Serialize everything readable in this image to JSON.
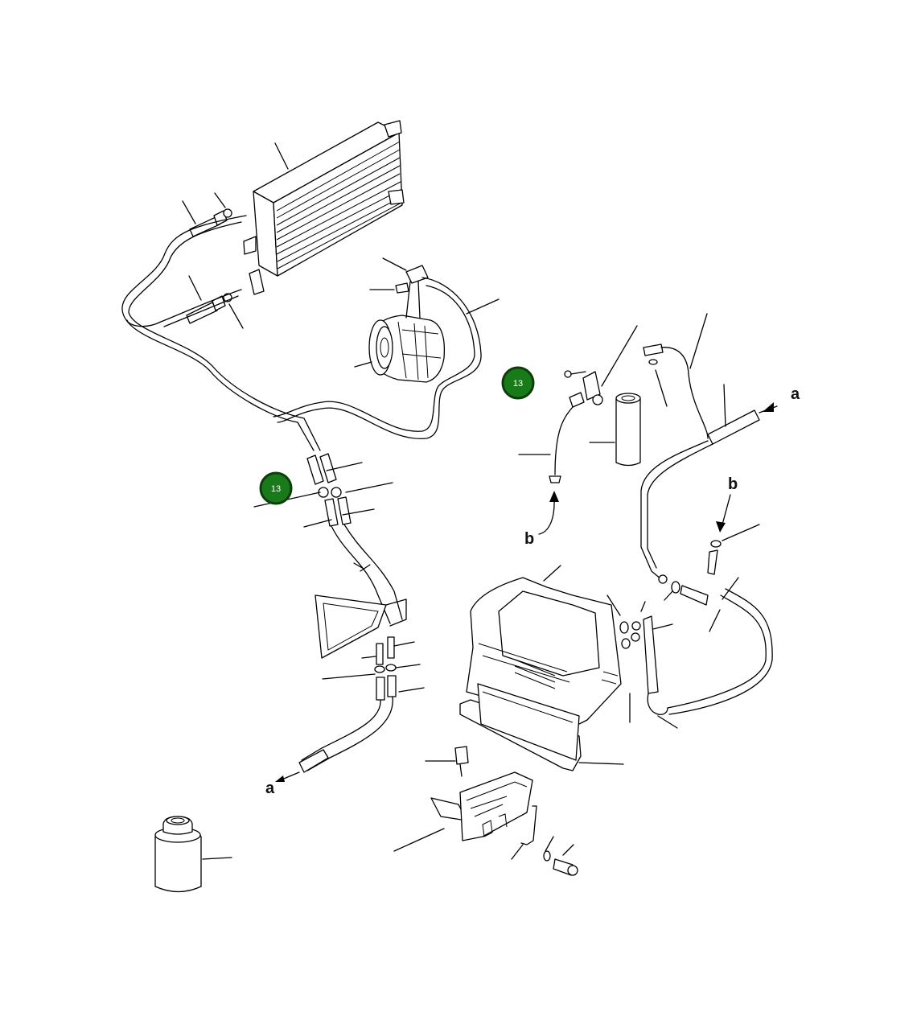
{
  "callouts": [
    {
      "label": "13"
    },
    {
      "label": "13"
    }
  ],
  "connection_letters": {
    "a_top": "a",
    "a_bottom": "a",
    "b_top": "b",
    "b_bottom": "b"
  },
  "colors": {
    "callout_fill": "#187a18",
    "callout_stroke": "#0d3d0d",
    "line_color": "#000000",
    "background": "#ffffff"
  }
}
